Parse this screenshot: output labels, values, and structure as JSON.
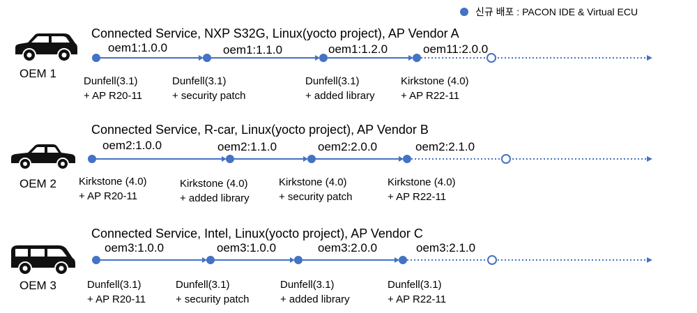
{
  "legend": {
    "text": "신규 배포 : PACON IDE & Virtual ECU",
    "color": "#4472C4"
  },
  "line_color": "#4472C4",
  "oems": [
    {
      "label": "OEM 1",
      "car_icon": "suv-icon",
      "title": "Connected Service, NXP S32G, Linux(yocto project), AP Vendor A",
      "versions": [
        "oem1:1.0.0",
        "oem1:1.1.0",
        "oem1:1.2.0",
        "oem11:2.0.0"
      ],
      "notes": [
        {
          "line1": "Dunfell(3.1)",
          "line2": "+ AP R20-11"
        },
        {
          "line1": "Dunfell(3.1)",
          "line2": "+ security patch"
        },
        {
          "line1": "Dunfell(3.1)",
          "line2": "+ added library"
        },
        {
          "line1": "Kirkstone (4.0)",
          "line2": "+ AP R22-11"
        }
      ]
    },
    {
      "label": "OEM 2",
      "car_icon": "sedan-icon",
      "title": "Connected Service, R-car, Linux(yocto project), AP Vendor B",
      "versions": [
        "oem2:1.0.0",
        "oem2:1.1.0",
        "oem2:2.0.0",
        "oem2:2.1.0"
      ],
      "notes": [
        {
          "line1": "Kirkstone (4.0)",
          "line2": "+ AP R20-11"
        },
        {
          "line1": "Kirkstone (4.0)",
          "line2": "+ added library"
        },
        {
          "line1": "Kirkstone (4.0)",
          "line2": "+ security patch"
        },
        {
          "line1": "Kirkstone (4.0)",
          "line2": "+ AP R22-11"
        }
      ]
    },
    {
      "label": "OEM 3",
      "car_icon": "van-icon",
      "title": "Connected Service, Intel, Linux(yocto project), AP Vendor C",
      "versions": [
        "oem3:1.0.0",
        "oem3:1.0.0",
        "oem3:2.0.0",
        "oem3:2.1.0"
      ],
      "notes": [
        {
          "line1": "Dunfell(3.1)",
          "line2": "+ AP R20-11"
        },
        {
          "line1": "Dunfell(3.1)",
          "line2": "+ security patch"
        },
        {
          "line1": "Dunfell(3.1)",
          "line2": "+ added library"
        },
        {
          "line1": "Dunfell(3.1)",
          "line2": "+ AP R22-11"
        }
      ]
    }
  ]
}
